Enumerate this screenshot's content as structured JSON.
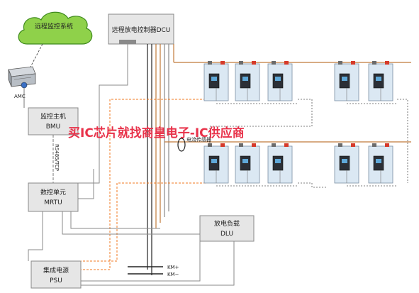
{
  "cloud": {
    "label": "远程监控系统"
  },
  "amc": {
    "label": "AMC"
  },
  "bmu": {
    "line1": "监控主机",
    "line2": "BMU"
  },
  "link": {
    "label": "RS485/TCP"
  },
  "mrtu": {
    "line1": "数控单元",
    "line2": "MRTU"
  },
  "psu": {
    "line1": "集成电源",
    "line2": "PSU"
  },
  "dcu": {
    "label": "远程放电控制器DCU"
  },
  "dlu": {
    "line1": "放电负载",
    "line2": "DLU"
  },
  "sensor": {
    "label": "电流传感器"
  },
  "bus": {
    "pos": "KM+",
    "neg": "KM−"
  },
  "watermark": {
    "text": "买IC芯片就找商皇电子-IC供应商"
  },
  "colors": {
    "brown": "#c07a3a",
    "orange": "#f07a20",
    "gray": "#8a8a8a",
    "black": "#222222",
    "dotted": "#555555",
    "battery": "#dbe8f3",
    "terminal": "#d63a2a"
  }
}
